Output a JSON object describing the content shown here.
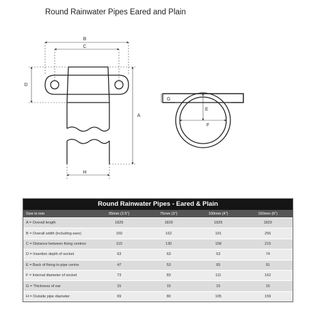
{
  "title": "Round Rainwater Pipes Eared and Plain",
  "diagram": {
    "labels": {
      "B": "B",
      "C": "C",
      "D": "D",
      "A": "A",
      "H": "H",
      "G": "G",
      "E": "E",
      "F": "F"
    }
  },
  "table": {
    "title": "Round Rainwater Pipes - Eared & Plain",
    "columns": [
      "Size in mm",
      "65mm (2.5\")",
      "75mm (3\")",
      "100mm (4\")",
      "150mm (6\")"
    ],
    "rows": [
      {
        "label": "A = Overall length",
        "values": [
          "1829",
          "1829",
          "1829",
          "1829"
        ]
      },
      {
        "label": "B = Overall width (including ears)",
        "values": [
          "150",
          "162",
          "191",
          "256"
        ]
      },
      {
        "label": "C = Distance between fixing centres",
        "values": [
          "110",
          "130",
          "158",
          "215"
        ]
      },
      {
        "label": "D = Insertion depth of socket",
        "values": [
          "63",
          "63",
          "63",
          "74"
        ]
      },
      {
        "label": "E = Back of fixing to pipe centre",
        "values": [
          "47",
          "53",
          "65",
          "91"
        ]
      },
      {
        "label": "F = Internal diameter of socket",
        "values": [
          "73",
          "83",
          "111",
          "162"
        ]
      },
      {
        "label": "G = Thickness of ear",
        "values": [
          "15",
          "15",
          "15",
          "15"
        ]
      },
      {
        "label": "H = Outside pipe diameter",
        "values": [
          "69",
          "80",
          "105",
          "159"
        ]
      }
    ]
  }
}
